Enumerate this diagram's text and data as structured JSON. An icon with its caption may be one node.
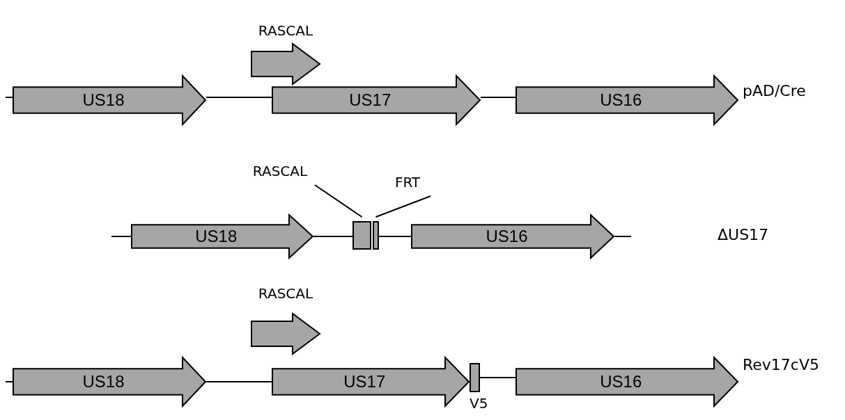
{
  "diagram": {
    "nodes": [
      {
        "text": [
          "RASCAL"
        ]
      },
      {
        "text": [
          "US18"
        ]
      },
      {
        "text": [
          "US17"
        ]
      },
      {
        "text": [
          "US16"
        ]
      },
      {
        "text": [
          "US18"
        ]
      },
      {
        "text": [
          "RASCAL"
        ]
      },
      {
        "text": [],
        "shape": "box"
      },
      {
        "text": [
          "FRT"
        ]
      },
      {
        "text": [],
        "shape": "box"
      },
      {
        "text": [
          "US16"
        ]
      },
      {
        "text": [
          "RASCAL"
        ]
      },
      {
        "text": [
          "US18"
        ]
      },
      {
        "text": [
          "US17"
        ]
      },
      {
        "text": [
          "V5"
        ]
      },
      {
        "text": [
          "US16"
        ]
      }
    ],
    "edges": [
      {
        "from": null,
        "to": 1,
        "arrow": "none"
      },
      {
        "from": 1,
        "to": 2,
        "arrow": "none"
      },
      {
        "from": 2,
        "to": 3,
        "arrow": "none"
      },
      {
        "from": null,
        "to": 4,
        "arrow": "none"
      },
      {
        "from": 4,
        "to": 6,
        "arrow": "none"
      },
      {
        "from": 8,
        "to": 9,
        "arrow": "none"
      },
      {
        "from": 9,
        "to": null,
        "arrow": "none"
      },
      {
        "from": 5,
        "to": 6,
        "arrow": "none"
      },
      {
        "from": 7,
        "to": 8,
        "arrow": "none"
      },
      {
        "from": null,
        "to": 11,
        "arrow": "none"
      },
      {
        "from": 11,
        "to": 12,
        "arrow": "none"
      },
      {
        "from": 13,
        "to": 14,
        "arrow": "none"
      }
    ],
    "labels": [
      "pAD/Cre",
      "ΔUS17",
      "Rev17cV5"
    ]
  }
}
